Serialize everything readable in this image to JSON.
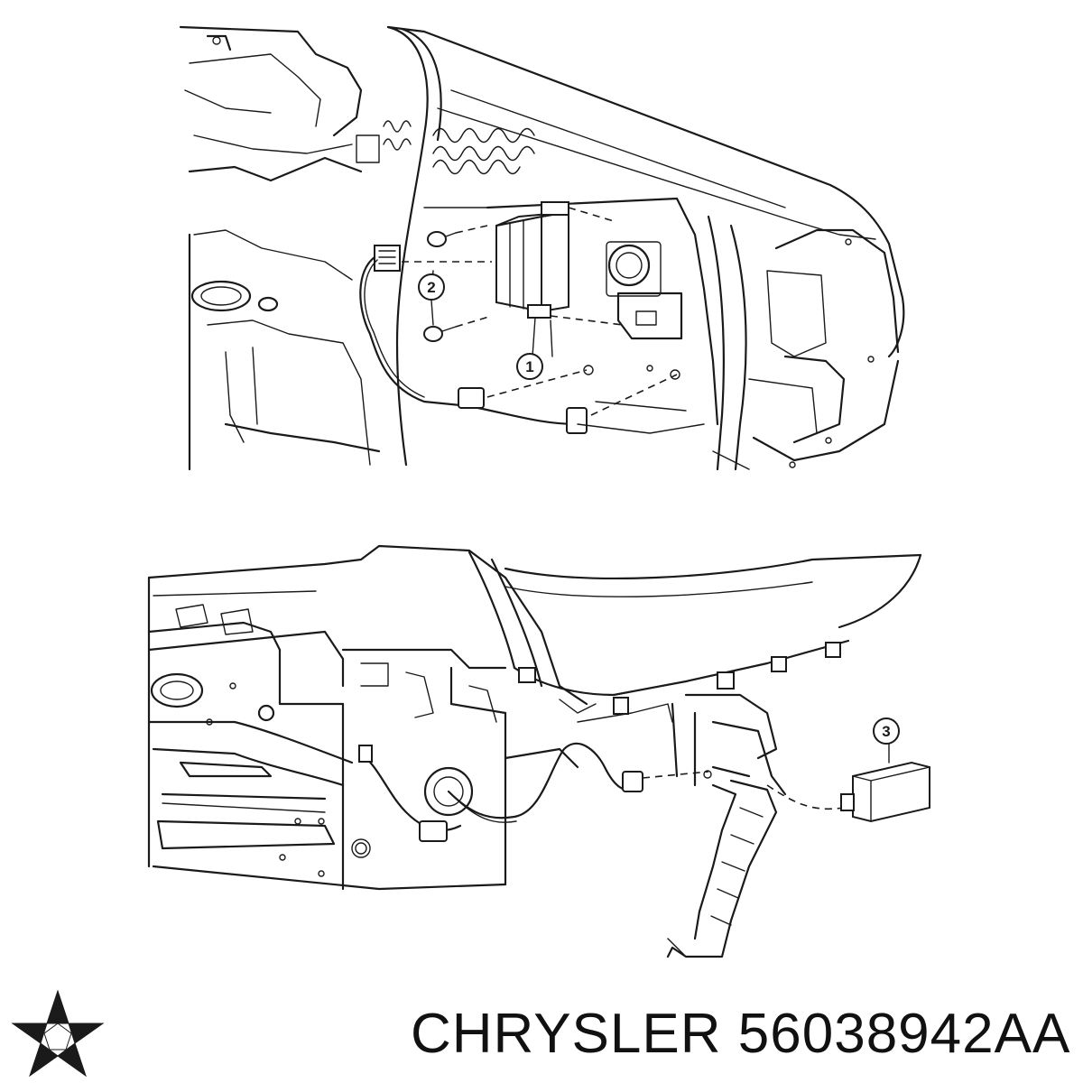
{
  "diagram": {
    "top_view": {
      "callouts": [
        {
          "label": "1"
        },
        {
          "label": "2"
        }
      ]
    },
    "bottom_view": {
      "callouts": [
        {
          "label": "3"
        }
      ]
    }
  },
  "footer": {
    "brand": "CHRYSLER",
    "part_number": "56038942AA",
    "logo_icon": "chrysler-pentastar-icon"
  }
}
